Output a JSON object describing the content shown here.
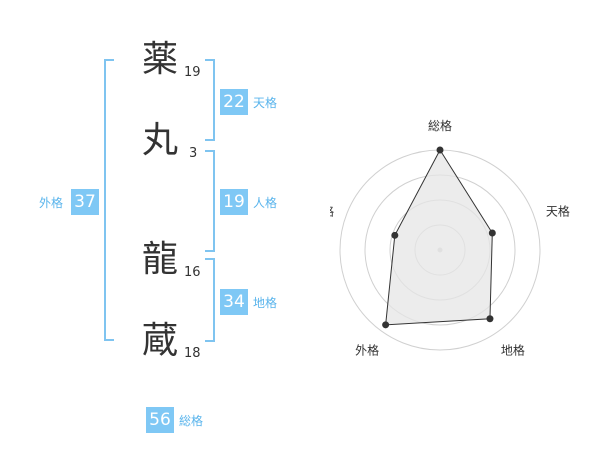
{
  "name": {
    "chars": [
      {
        "char": "薬",
        "strokes": "19"
      },
      {
        "char": "丸",
        "strokes": "3"
      },
      {
        "char": "龍",
        "strokes": "16"
      },
      {
        "char": "蔵",
        "strokes": "18"
      }
    ]
  },
  "fortunes": {
    "tenkaku": {
      "value": "22",
      "label": "天格"
    },
    "jinkaku": {
      "value": "19",
      "label": "人格"
    },
    "chikaku": {
      "value": "34",
      "label": "地格"
    },
    "gaikaku": {
      "value": "37",
      "label": "外格"
    },
    "soukaku": {
      "value": "56",
      "label": "総格"
    }
  },
  "colors": {
    "accent": "#7fc8f5",
    "bracket": "#7fc4f0",
    "label": "#59b4ec"
  },
  "chart_data": {
    "type": "radar",
    "axes": [
      "総格",
      "天格",
      "地格",
      "外格",
      "人格"
    ],
    "values": [
      56,
      22,
      34,
      37,
      19
    ],
    "rmax": 40,
    "rings": 4,
    "series_fill": "#e6e6e6",
    "series_stroke": "#333333"
  }
}
